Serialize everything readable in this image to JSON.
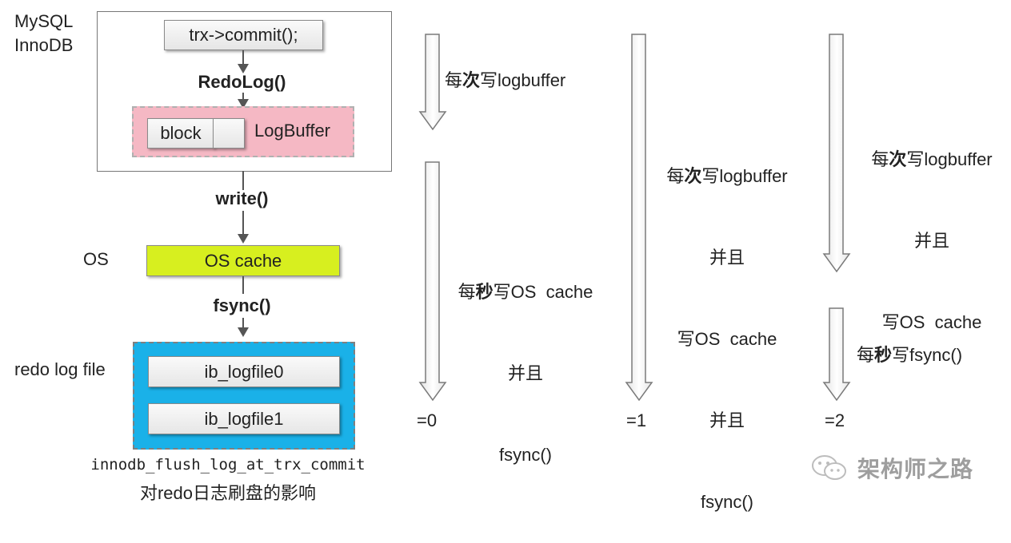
{
  "mysql_label": "MySQL\nInnoDB",
  "commit_box": "trx->commit();",
  "redolog_fn": "RedoLog()",
  "block_label": "block",
  "logbuffer_label": "LogBuffer",
  "write_fn": "write()",
  "os_label": "OS",
  "os_cache_label": "OS cache",
  "fsync_fn": "fsync()",
  "redo_file_label": "redo log file",
  "logfile0": "ib_logfile0",
  "logfile1": "ib_logfile1",
  "caption": {
    "line1": "innodb_flush_log_at_trx_commit",
    "line2": "对redo日志刷盘的影响"
  },
  "modes": [
    {
      "value_label": "=0",
      "note1": {
        "pre": "每",
        "bold": "次",
        "post": "写logbuffer"
      },
      "note2": {
        "pre": "每",
        "bold": "秒",
        "post": "写OS  cache",
        "l2": "并且",
        "l3": "fsync()"
      }
    },
    {
      "value_label": "=1",
      "note1": {
        "pre": "每",
        "bold": "次",
        "post": "写logbuffer",
        "l2": "并且",
        "l3": "写OS  cache",
        "l4": "并且",
        "l5": "fsync()"
      }
    },
    {
      "value_label": "=2",
      "note1": {
        "pre": "每",
        "bold": "次",
        "post": "写logbuffer",
        "l2": "并且",
        "l3": "写OS  cache"
      },
      "note2": {
        "pre": "每",
        "bold": "秒",
        "post": "写fsync()"
      }
    }
  ],
  "watermark": "架构师之路"
}
